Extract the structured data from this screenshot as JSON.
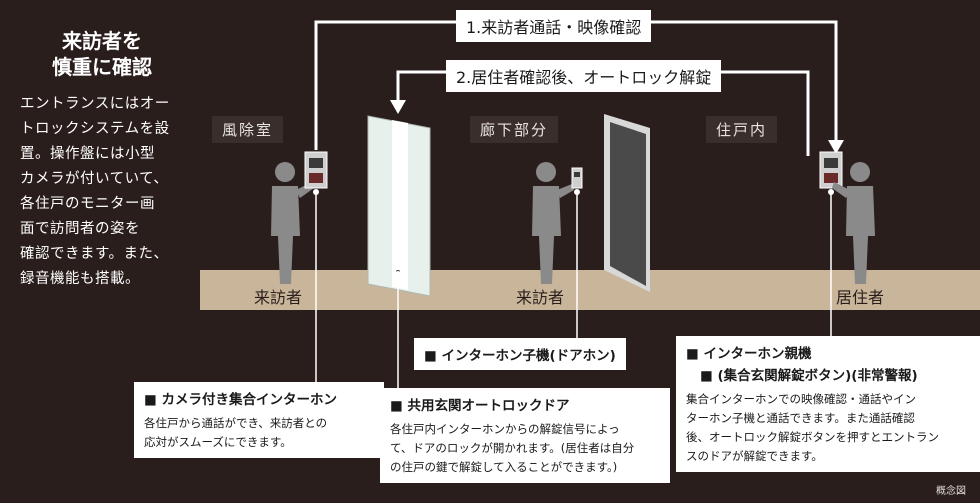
{
  "title": [
    "来訪者を",
    "慎重に確認"
  ],
  "intro": [
    "エントランスにはオー",
    "トロックシステムを設",
    "置。操作盤には小型",
    "カメラが付いていて、",
    "各住戸のモニター画",
    "面で訪問者の姿を",
    "確認できます。また、",
    "録音機能も搭載。"
  ],
  "zones": {
    "left": "風除室",
    "middle": "廊下部分",
    "right": "住戸内"
  },
  "floor_labels": {
    "left": "来訪者",
    "middle": "来訪者",
    "right": "居住者"
  },
  "arrows": {
    "top": "1.来訪者通話・映像確認",
    "second": "2.居住者確認後、オートロック解錠"
  },
  "boxes": {
    "camera": {
      "title": "カメラ付き集合インターホン",
      "body": [
        "各住戸から通話ができ、来訪者との",
        "応対がスムーズにできます。"
      ]
    },
    "door": {
      "title": "共用玄関オートロックドア",
      "body": [
        "各住戸内インターホンからの解錠信号によっ",
        "て、ドアのロックが開かれます。(居住者は自分",
        "の住戸の鍵で解錠して入ることができます。)"
      ]
    },
    "child": {
      "title": "インターホン子機(ドアホン)"
    },
    "parent": {
      "title": "インターホン親機",
      "subtitle": "(集合玄関解錠ボタン)(非常警報)",
      "body": [
        "集合インターホンでの映像確認・通話やイン",
        "ターホン子機と通話できます。また通話確認",
        "後、オートロック解錠ボタンを押すとエントラン",
        "スのドアが解錠できます。"
      ]
    }
  },
  "note": "概念図",
  "colors": {
    "background": "#2a1e1c",
    "floor": "#c9b69a",
    "figure": "#8a8a8a",
    "line": "#ffffff"
  }
}
